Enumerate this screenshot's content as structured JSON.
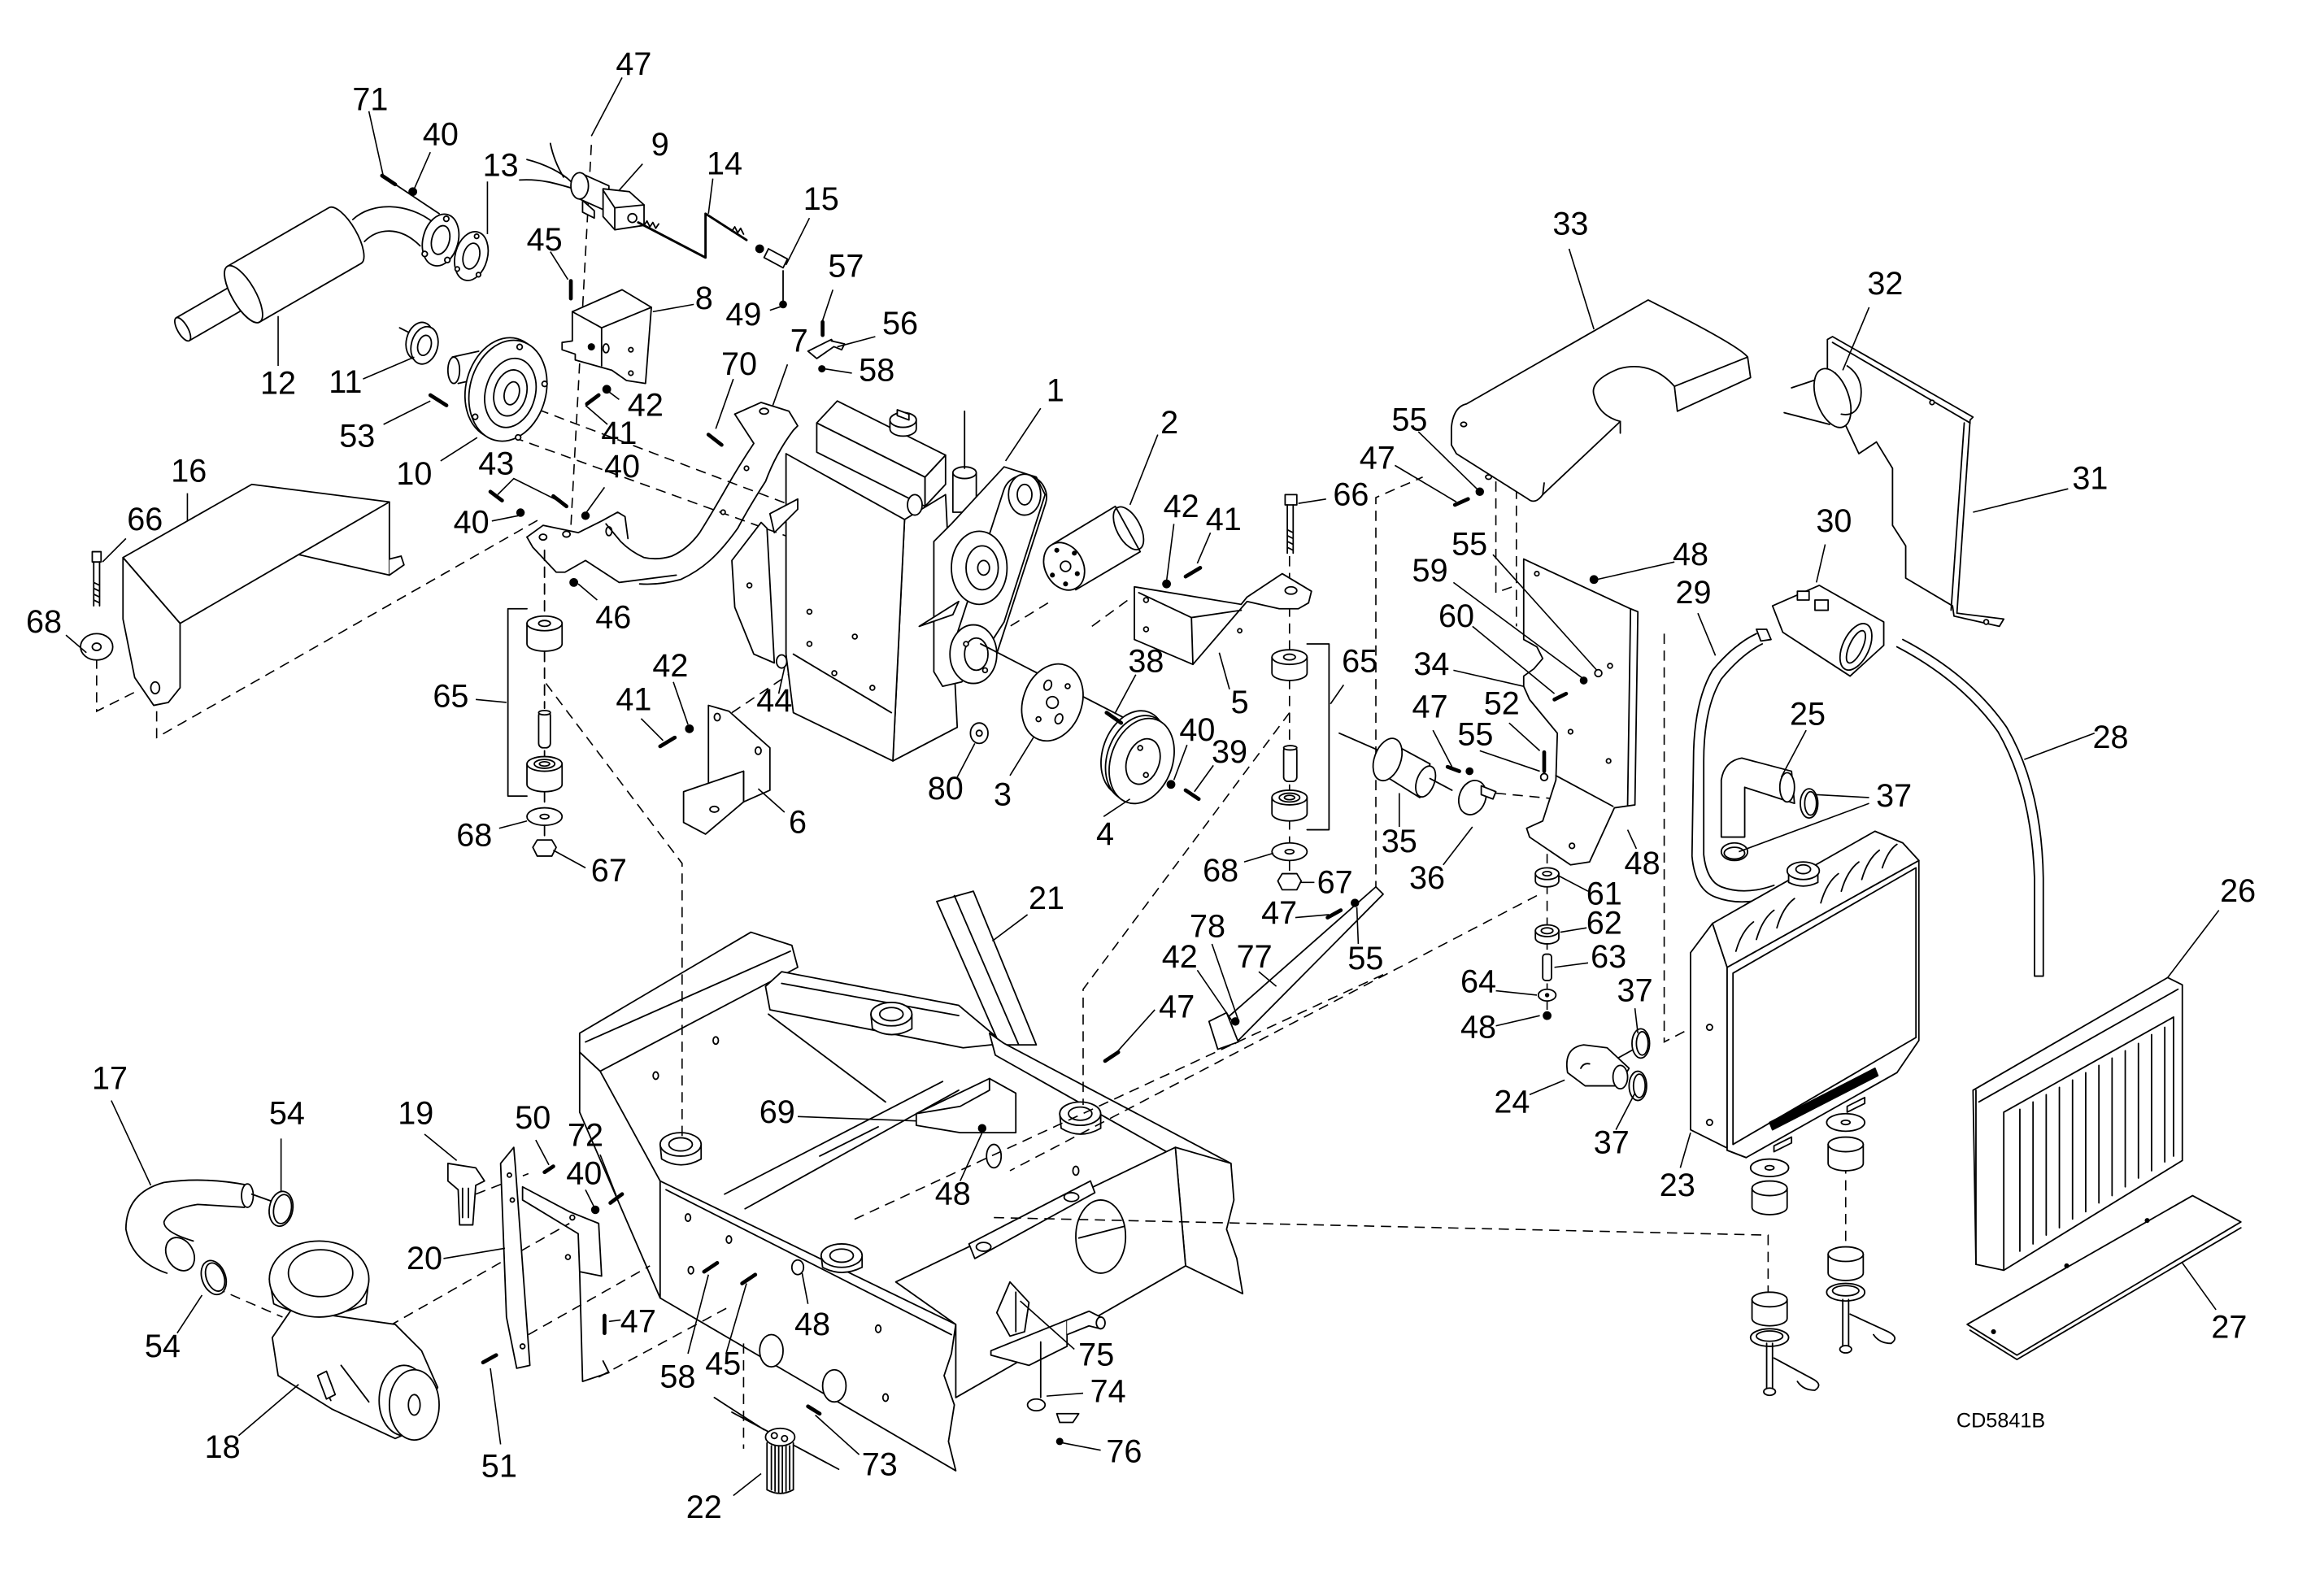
{
  "diagram": {
    "drawing_number": "CD5841B",
    "ink_color": "#000000",
    "paper_color": "#ffffff",
    "callouts": [
      "47",
      "71",
      "40",
      "13",
      "9",
      "14",
      "15",
      "45",
      "8",
      "49",
      "57",
      "56",
      "58",
      "7",
      "12",
      "11",
      "53",
      "42",
      "41",
      "70",
      "10",
      "43",
      "40",
      "40",
      "16",
      "66",
      "68",
      "46",
      "1",
      "2",
      "42",
      "41",
      "66",
      "65",
      "42",
      "41",
      "44",
      "6",
      "38",
      "5",
      "40",
      "39",
      "80",
      "3",
      "4",
      "68",
      "67",
      "65",
      "68",
      "67",
      "33",
      "32",
      "31",
      "55",
      "47",
      "55",
      "48",
      "59",
      "30",
      "29",
      "60",
      "34",
      "52",
      "47",
      "55",
      "25",
      "37",
      "28",
      "35",
      "36",
      "48",
      "61",
      "62",
      "63",
      "64",
      "48",
      "37",
      "24",
      "37",
      "23",
      "26",
      "27",
      "47",
      "55",
      "78",
      "42",
      "77",
      "47",
      "21",
      "17",
      "54",
      "19",
      "50",
      "72",
      "40",
      "69",
      "48",
      "20",
      "54",
      "47",
      "48",
      "58",
      "45",
      "75",
      "74",
      "18",
      "51",
      "73",
      "76",
      "22"
    ]
  }
}
